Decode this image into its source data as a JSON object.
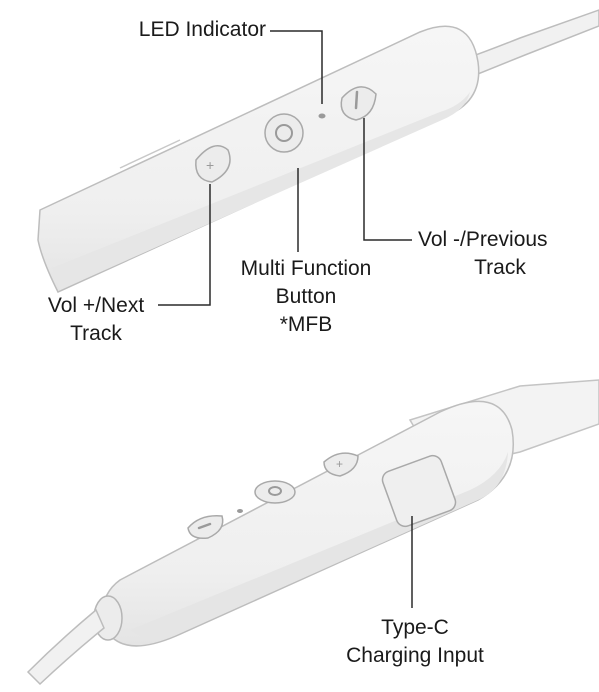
{
  "top_view": {
    "labels": {
      "led": "LED Indicator",
      "vol_minus_line1": "Vol -/Previous",
      "vol_minus_line2": "Track",
      "mfb_line1": "Multi Function",
      "mfb_line2": "Button",
      "mfb_line3": "*MFB",
      "vol_plus_line1": "Vol +/Next",
      "vol_plus_line2": "Track"
    },
    "button_glyphs": {
      "plus": "+",
      "minus": "−",
      "circle": "o"
    }
  },
  "bottom_view": {
    "labels": {
      "type_c_line1": "Type-C",
      "type_c_line2": "Charging Input"
    },
    "button_glyphs": {
      "plus": "+",
      "minus": "−",
      "circle": "o"
    }
  },
  "colors": {
    "body_fill": "#f2f2f2",
    "outline": "#bdbdbd",
    "button_fill": "#ececec",
    "leader_line": "#2a2a2a",
    "text": "#1a1a1a"
  }
}
